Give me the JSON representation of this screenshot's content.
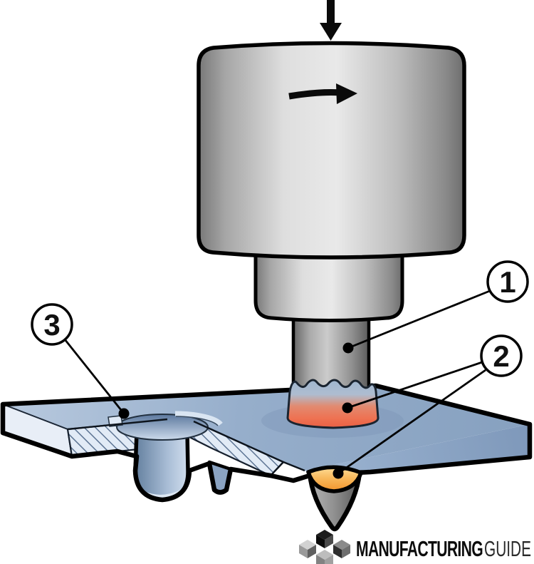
{
  "figure": {
    "type": "technical-illustration",
    "process": "rotating tool pressed into plate forming a hole with heat (friction/flow drilling)",
    "callouts": [
      {
        "number": "1",
        "points_to": "tool shaft"
      },
      {
        "number": "2",
        "points_to": "heated material zone and tool tip exit"
      },
      {
        "number": "3",
        "points_to": "formed bushing cross-section"
      }
    ],
    "colors": {
      "outline": "#000000",
      "tool_gray": "#c9c9c9",
      "plate_blue": "#94acc9",
      "plate_light": "#e8eef7",
      "heated_red": "#ee7252",
      "glow_orange": "#f6a93f",
      "hatch_line": "#5d7493"
    }
  },
  "logo": {
    "brand_bold": "MANUFACTURING",
    "brand_light": "GUIDE"
  }
}
